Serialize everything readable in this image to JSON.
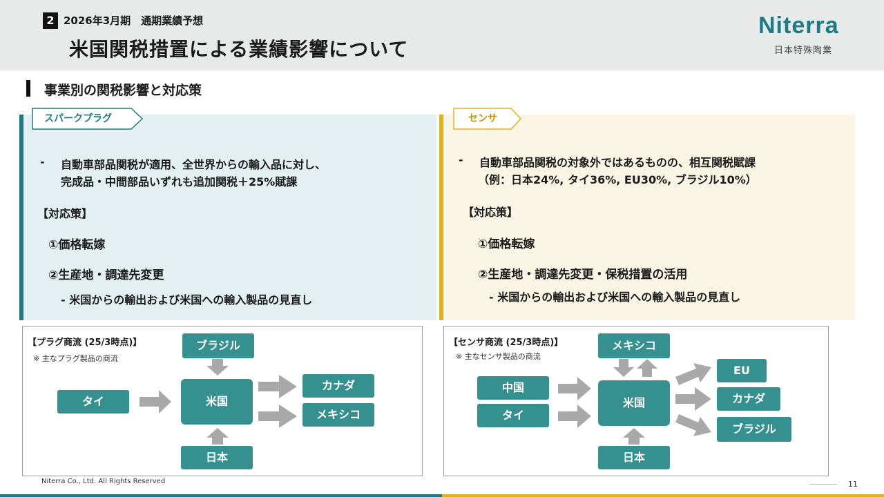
{
  "header": {
    "section_number": "2",
    "section_label": "2026年3月期　通期業績予想",
    "title": "米国関税措置による業績影響について",
    "logo": "Niterra",
    "logo_sub": "日本特殊陶業",
    "brand_color": "#1e7a84",
    "accent_color": "#e7b11b"
  },
  "subtitle": "事業別の関税影響と対応策",
  "left_panel": {
    "tag": "スパークプラグ",
    "bullet_dash": "-",
    "bullet_line1": "自動車部品関税が適用、全世界からの輸入品に対し、",
    "bullet_line2": "完成品・中間部品いずれも追加関税＋25%賦課",
    "measures_heading": "【対応策】",
    "measure1": "①価格転嫁",
    "measure2": "②生産地・調達先変更",
    "measure2_sub": "- 米国からの輸出および米国への輸入製品の見直し"
  },
  "right_panel": {
    "tag": "センサ",
    "bullet_dash": "-",
    "bullet_line1": "自動車部品関税の対象外ではあるものの、相互関税賦課",
    "bullet_line2": "（例：日本24%, タイ36%, EU30%, ブラジル10%）",
    "measures_heading": "【対応策】",
    "measure1": "①価格転嫁",
    "measure2": "②生産地・調達先変更・保税措置の活用",
    "measure2_sub": "- 米国からの輸出および米国への輸入製品の見直し"
  },
  "plug_flow": {
    "title": "【プラグ商流 (25/3時点)】",
    "note": "※ 主なプラグ製品の商流",
    "top": "ブラジル",
    "left": "タイ",
    "center": "米国",
    "bottom": "日本",
    "out1": "カナダ",
    "out2": "メキシコ"
  },
  "sensor_flow": {
    "title": "【センサ商流 (25/3時点)】",
    "note": "※ 主なセンサ製品の商流",
    "top": "メキシコ",
    "left1": "中国",
    "left2": "タイ",
    "center": "米国",
    "bottom": "日本",
    "out1": "EU",
    "out2": "カナダ",
    "out3": "ブラジル"
  },
  "footer": {
    "copyright": "Niterra Co., Ltd. All Rights Reserved",
    "page": "11"
  }
}
